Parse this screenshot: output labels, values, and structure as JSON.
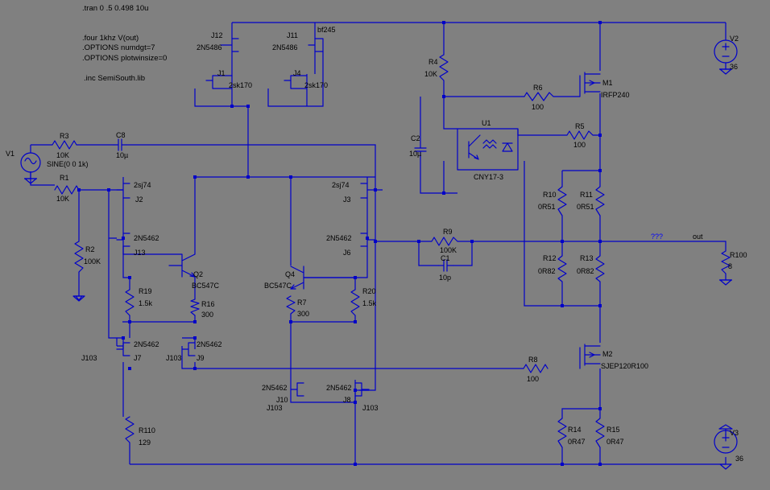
{
  "directives": {
    "tran": ".tran 0 .5 0.498 10u",
    "four": ".four 1khz V(out)",
    "numdgt": ".OPTIONS numdgt=7",
    "plotwinsize": ".OPTIONS plotwinsize=0",
    "inc": ".inc SemiSouth.lib"
  },
  "nets": {
    "unknown": "???",
    "out": "out"
  },
  "labels": {
    "J12_name": "J12",
    "J12_model": "2N5486",
    "J1_name": "J1",
    "J1_model": "2sk170",
    "J11_name": "J11",
    "J11_model": "2N5486",
    "J11_extra": "bf245",
    "J4_name": "J4",
    "J4_model": "2sk170",
    "V1_name": "V1",
    "V1_value": "SINE(0 0 1k)",
    "R3_name": "R3",
    "R3_value": "10K",
    "C8_name": "C8",
    "C8_value": "10µ",
    "R1_name": "R1",
    "R1_value": "10K",
    "R2_name": "R2",
    "R2_value": "100K",
    "J2_model": "2sj74",
    "J2_name": "J2",
    "J13_model": "2N5462",
    "J13_name": "J13",
    "Q2_name": "Q2",
    "Q2_model": "BC547C",
    "R19_name": "R19",
    "R19_value": "1.5k",
    "R16_name": "R16",
    "R16_value": "300",
    "J7_model": "2N5462",
    "J7_name": "J7",
    "J9_model": "2N5462",
    "J9_name": "J9",
    "J103_a": "J103",
    "J103_b": "J103",
    "R110_name": "R110",
    "R110_value": "129",
    "Q4_name": "Q4",
    "Q4_model": "BC547C",
    "R7_name": "R7",
    "R7_value": "300",
    "J3_model": "2sj74",
    "J3_name": "J3",
    "J6_model": "2N5462",
    "J6_name": "J6",
    "R20_name": "R20",
    "R20_value": "1.5k",
    "J10_model": "2N5462",
    "J10_name": "J10",
    "J103_c": "J103",
    "J8_model": "2N5462",
    "J8_name": "J8",
    "J103_d": "J103",
    "R9_name": "R9",
    "R9_value": "100K",
    "C1_name": "C1",
    "C1_value": "10p",
    "R4_name": "R4",
    "R4_value": "10K",
    "C2_name": "C2",
    "C2_value": "10µ",
    "U1_name": "U1",
    "U1_model": "CNY17-3",
    "R6_name": "R6",
    "R6_value": "100",
    "M1_name": "M1",
    "M1_model": "IRFP240",
    "R5_name": "R5",
    "R5_value": "100",
    "R10_name": "R10",
    "R10_value": "0R51",
    "R11_name": "R11",
    "R11_value": "0R51",
    "R12_name": "R12",
    "R12_value": "0R82",
    "R13_name": "R13",
    "R13_value": "0R82",
    "R8_name": "R8",
    "R8_value": "100",
    "M2_name": "M2",
    "M2_model": "SJEP120R100",
    "R14_name": "R14",
    "R14_value": "0R47",
    "R15_name": "R15",
    "R15_value": "0R47",
    "R100_name": "R100",
    "R100_value": "8",
    "V2_name": "V2",
    "V2_value": "36",
    "V3_name": "V3",
    "V3_value": "36"
  },
  "colors": {
    "background": "#808080",
    "wire": "#0000c8",
    "net_label": "#0000ff",
    "text": "#000000"
  }
}
